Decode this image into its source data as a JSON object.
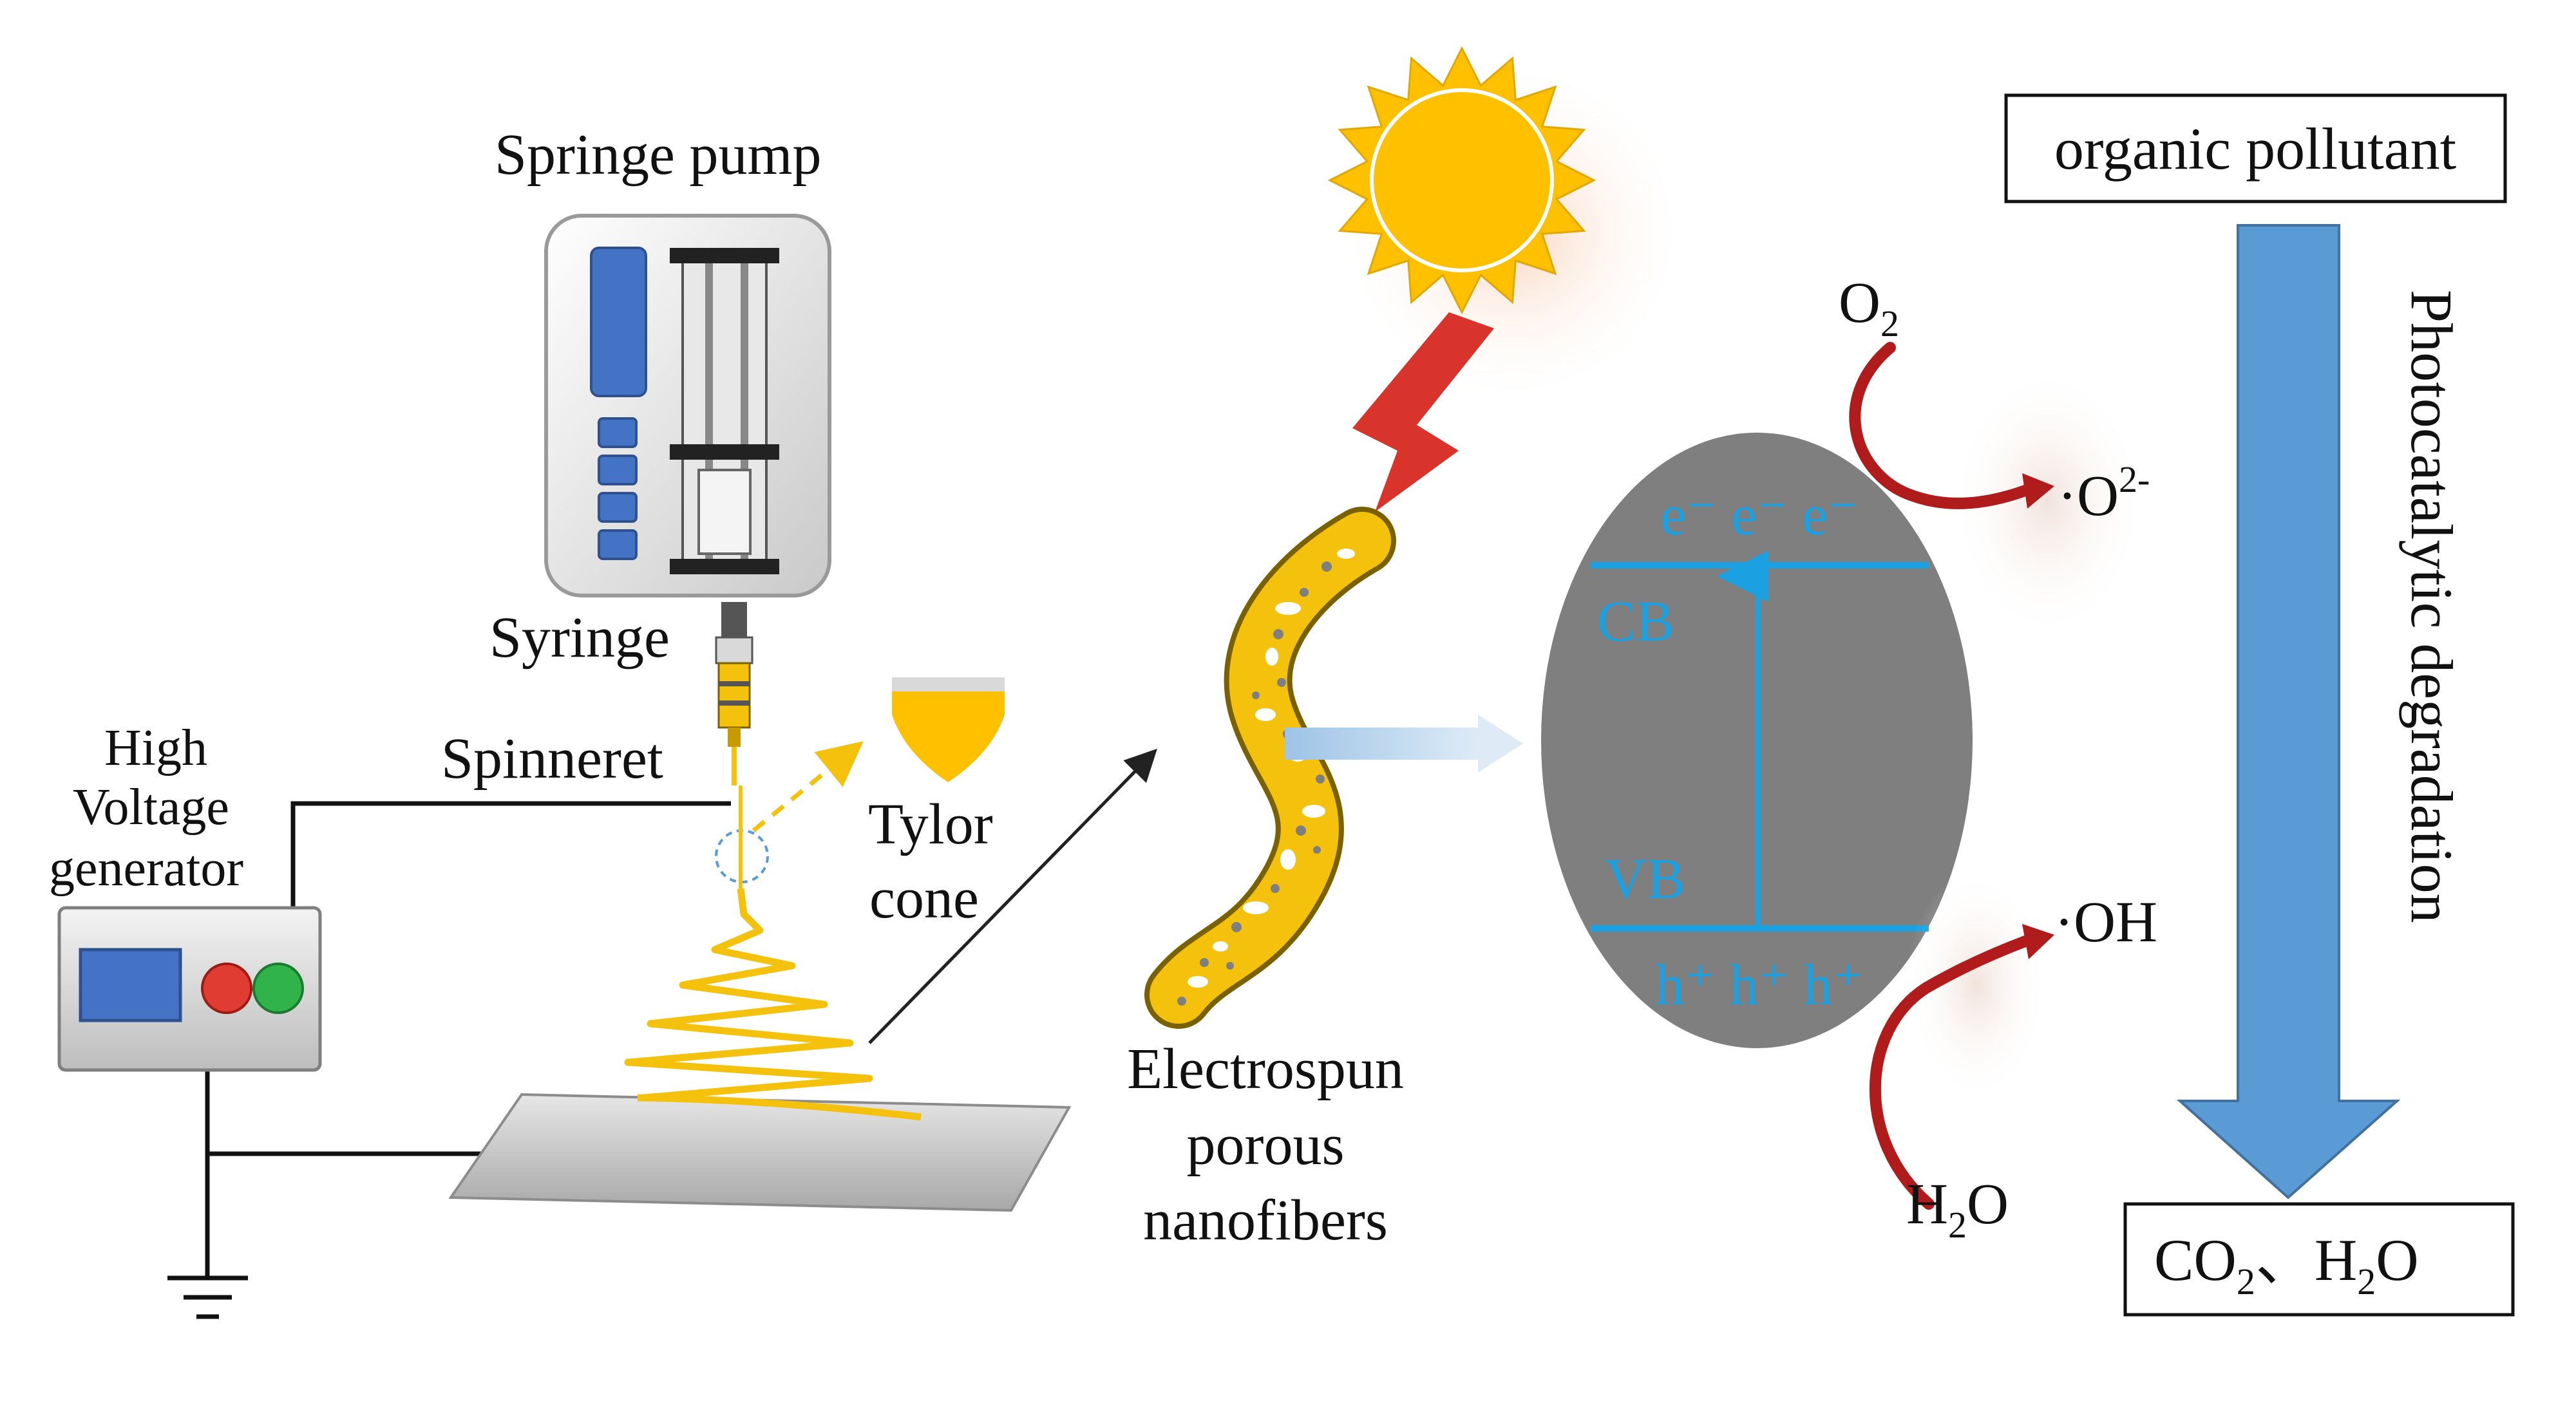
{
  "labels": {
    "syringe_pump": "Springe pump",
    "syringe": "Syringe",
    "spinneret": "Spinneret",
    "hv_line1": "High",
    "hv_line2": "Voltage",
    "hv_line3": "generator",
    "tylor_line1": "Tylor",
    "tylor_line2": "cone",
    "fiber_line1": "Electrospun",
    "fiber_line2": "porous",
    "fiber_line3": "nanofibers"
  },
  "band": {
    "electrons": "e⁻ e⁻ e⁻",
    "cb": "CB",
    "vb": "VB",
    "holes": "h⁺ h⁺ h⁺"
  },
  "species": {
    "o2": "O",
    "o2_sub": "2",
    "superoxide": "·O",
    "superoxide_sup": "2-",
    "hydroxyl": "·OH",
    "water": "H",
    "water_sub": "2",
    "water_tail": "O"
  },
  "degradation": {
    "top_box": "organic pollutant",
    "bottom_co": "CO",
    "bottom_sub1": "2",
    "bottom_sep": "、H",
    "bottom_sub2": "2",
    "bottom_tail": "O",
    "arrow_label": "Photocatalytic degradation"
  },
  "colors": {
    "fiber": "#f4c20d",
    "sun": "#ffc000",
    "lightning": "#d9342b",
    "band_blue": "#1ba1e2",
    "sphere_gray": "#7f7f7f",
    "arrow_blue": "#5b9bd5",
    "curve_red": "#b01c1c",
    "device_blue": "#4472c4"
  }
}
